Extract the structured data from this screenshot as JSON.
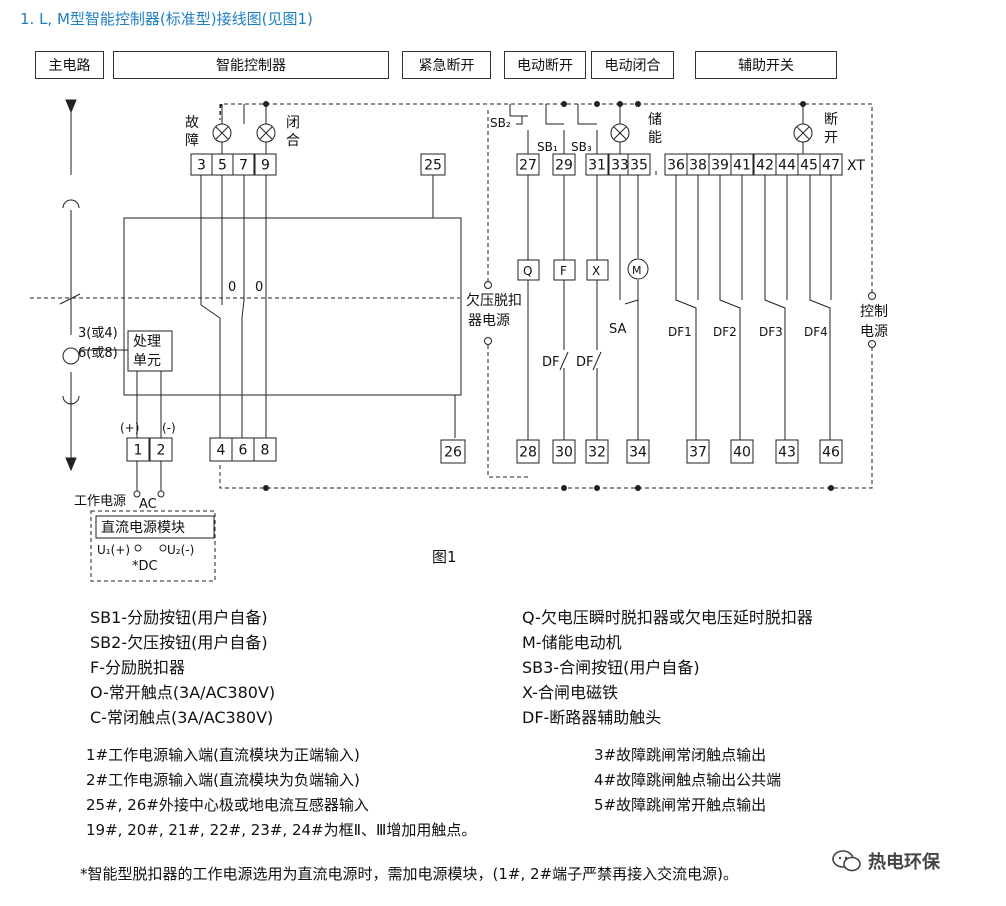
{
  "title": "1. L, M型智能控制器(标准型)接线图(见图1)",
  "header_boxes": [
    "主电路",
    "智能控制器",
    "紧急断开",
    "电动断开",
    "电动闭合",
    "辅助开关"
  ],
  "figure_caption": "图1",
  "labels": {
    "fault": "故障",
    "close": "闭合",
    "energy": "储能",
    "open": "断开",
    "xt": "XT",
    "processing_unit": "处理单元",
    "undervoltage_supply": "欠压脱扣器电源",
    "control_power": "控制电源",
    "work_power": "工作电源",
    "ac": "AC",
    "dc_module": "直流电源模块",
    "u1": "U₁(+)",
    "u2": "U₂(-)",
    "dc": "*DC",
    "plus": "(+)",
    "minus": "(-)",
    "three_or_four": "3(或4)",
    "six_or_eight": "6(或8)",
    "zero": "0",
    "sb1": "SB₁",
    "sb2": "SB₂",
    "sb3": "SB₃",
    "sa": "SA",
    "df": "DF",
    "coils": [
      "Q",
      "F",
      "X"
    ],
    "motor": "M",
    "df_contacts": [
      "DF1",
      "DF2",
      "DF3",
      "DF4"
    ]
  },
  "terminals_top_ctrl": [
    "3",
    "5",
    "7",
    "9"
  ],
  "terminal_25": "25",
  "terminal_26": "26",
  "terminals_top_right": [
    "27",
    "29",
    "31",
    "33",
    "35",
    "36",
    "38",
    "39",
    "41",
    "42",
    "44",
    "45",
    "47"
  ],
  "terminals_bottom_ctrl": [
    "4",
    "6",
    "8"
  ],
  "terminals_power": [
    "1",
    "2"
  ],
  "terminals_bottom_right": [
    "28",
    "30",
    "32",
    "34",
    "37",
    "40",
    "43",
    "46"
  ],
  "legend_left": [
    "SB1-分励按钮(用户自备)",
    "SB2-欠压按钮(用户自备)",
    "F-分励脱扣器",
    "O-常开触点(3A/AC380V)",
    "C-常闭触点(3A/AC380V)"
  ],
  "legend_right": [
    "Q-欠电压瞬时脱扣器或欠电压延时脱扣器",
    "M-储能电动机",
    "SB3-合闸按钮(用户自备)",
    "X-合闸电磁铁",
    "DF-断路器辅助触头"
  ],
  "notes_left": [
    "1#工作电源输入端(直流模块为正端输入)",
    "2#工作电源输入端(直流模块为负端输入)",
    "25#, 26#外接中心极或地电流互感器输入",
    "19#, 20#, 21#, 22#, 23#, 24#为框Ⅱ、Ⅲ增加用触点。"
  ],
  "notes_right": [
    "3#故障跳闸常闭触点输出",
    "4#故障跳闸触点输出公共端",
    "5#故障跳闸常开触点输出"
  ],
  "footnote": "*智能型脱扣器的工作电源选用为直流电源时，需加电源模块，(1#, 2#端子严禁再接入交流电源)。",
  "watermark": "热电环保",
  "colors": {
    "title": "#1f7fc2",
    "line": "#222222"
  }
}
